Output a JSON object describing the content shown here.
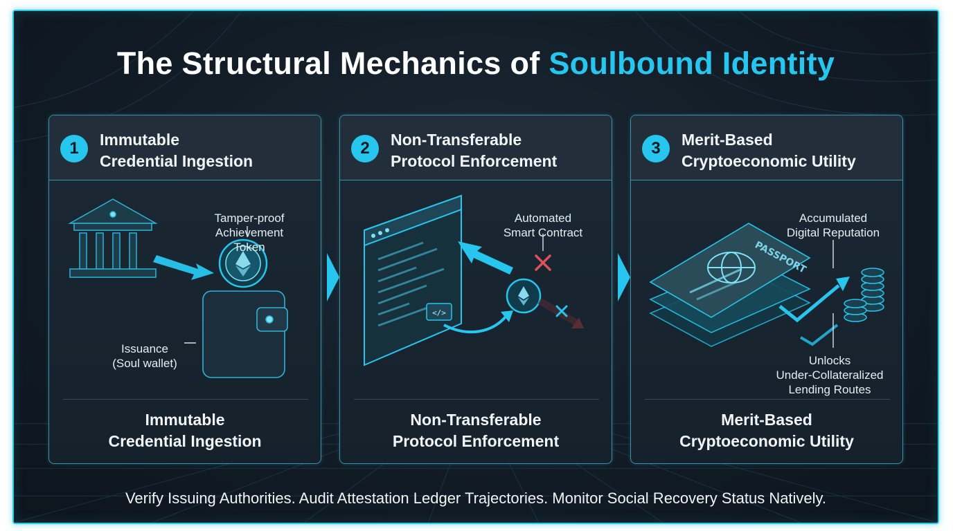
{
  "title": {
    "main": "The Structural Mechanics of ",
    "accent": "Soulbound Identity"
  },
  "panels": [
    {
      "number": "1",
      "title_line1": "Immutable",
      "title_line2": "Credential Ingestion",
      "label_a_line1": "Tamper-proof",
      "label_a_line2": "Achievement",
      "label_a_line3": "Token",
      "label_b_line1": "Issuance",
      "label_b_line2": "(Soul wallet)",
      "caption_line1": "Immutable",
      "caption_line2": "Credential Ingestion"
    },
    {
      "number": "2",
      "title_line1": "Non-Transferable",
      "title_line2": "Protocol Enforcement",
      "label_a_line1": "Automated",
      "label_a_line2": "Smart Contract",
      "code_tag": "</>",
      "caption_line1": "Non-Transferable",
      "caption_line2": "Protocol Enforcement"
    },
    {
      "number": "3",
      "title_line1": "Merit-Based",
      "title_line2": "Cryptoeconomic Utility",
      "label_a_line1": "Accumulated",
      "label_a_line2": "Digital Reputation",
      "label_b_line1": "Unlocks",
      "label_b_line2": "Under-Collateralized",
      "label_b_line3": "Lending Routes",
      "passport_text": "PASSPORT",
      "caption_line1": "Merit-Based",
      "caption_line2": "Cryptoeconomic Utility"
    }
  ],
  "footer": "Verify Issuing Authorities. Audit Attestation Ledger Trajectories. Monitor Social Recovery Status Natively.",
  "colors": {
    "accent": "#27c6ee",
    "background": "#121c26",
    "panel": "#1b2935",
    "reject": "#e0505a"
  }
}
